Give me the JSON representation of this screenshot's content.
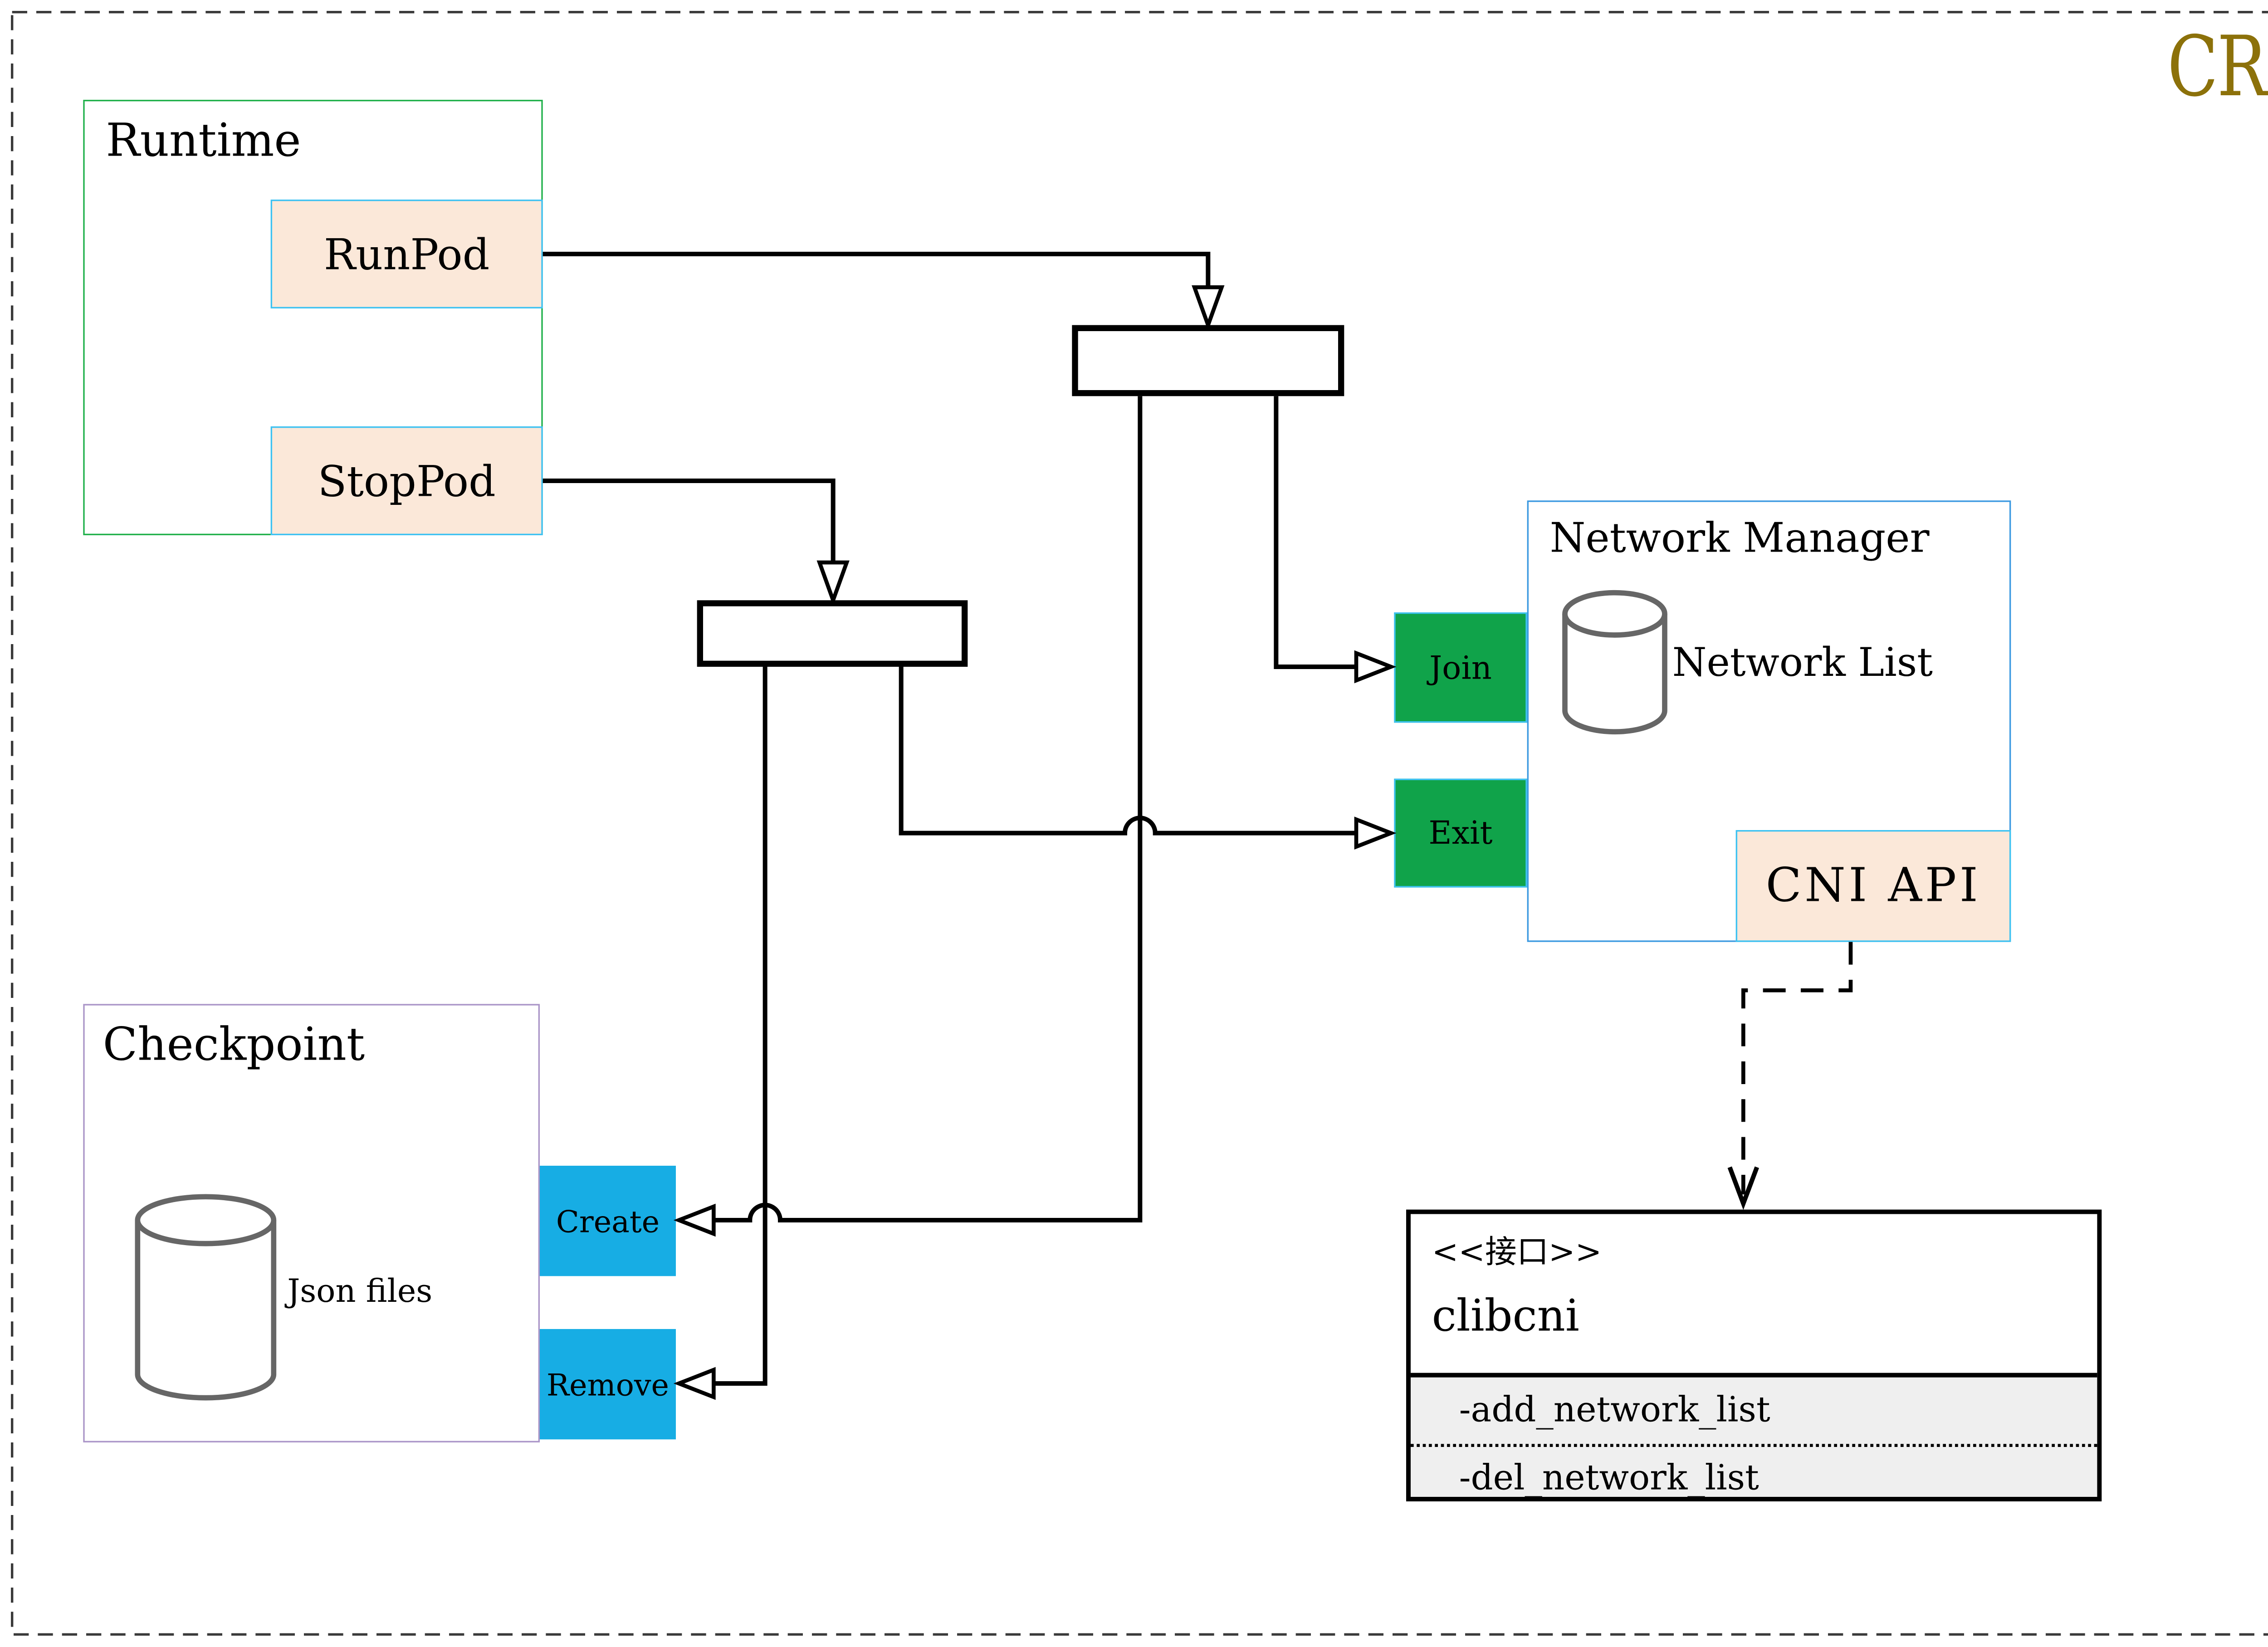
{
  "page": {
    "title": "CRI",
    "colors": {
      "title_gold": "#8c710a",
      "runtime_border": "#22b14c",
      "peach_fill": "#fbe8d9",
      "cyan_border": "#3ec2f2",
      "network_manager_border": "#3b99e0",
      "action_green": "#10a34a",
      "action_blue": "#17ade4",
      "checkpoint_border": "#ab96c8",
      "interface_section_bg": "#efefef",
      "database_stroke": "#666666",
      "connector": "#000000"
    }
  },
  "runtime": {
    "title": "Runtime",
    "operations": [
      {
        "label": "RunPod"
      },
      {
        "label": "StopPod"
      }
    ]
  },
  "network_manager": {
    "title": "Network Manager",
    "database_label": "Network List",
    "actions": [
      {
        "label": "Join"
      },
      {
        "label": "Exit"
      }
    ],
    "api_label": "CNI API"
  },
  "checkpoint": {
    "title": "Checkpoint",
    "database_label": "Json files",
    "actions": [
      {
        "label": "Create"
      },
      {
        "label": "Remove"
      }
    ]
  },
  "clibcni": {
    "stereotype": "<<接口>>",
    "name": "clibcni",
    "methods": [
      {
        "label": "-add_network_list"
      },
      {
        "label": "-del_network_list"
      }
    ]
  }
}
